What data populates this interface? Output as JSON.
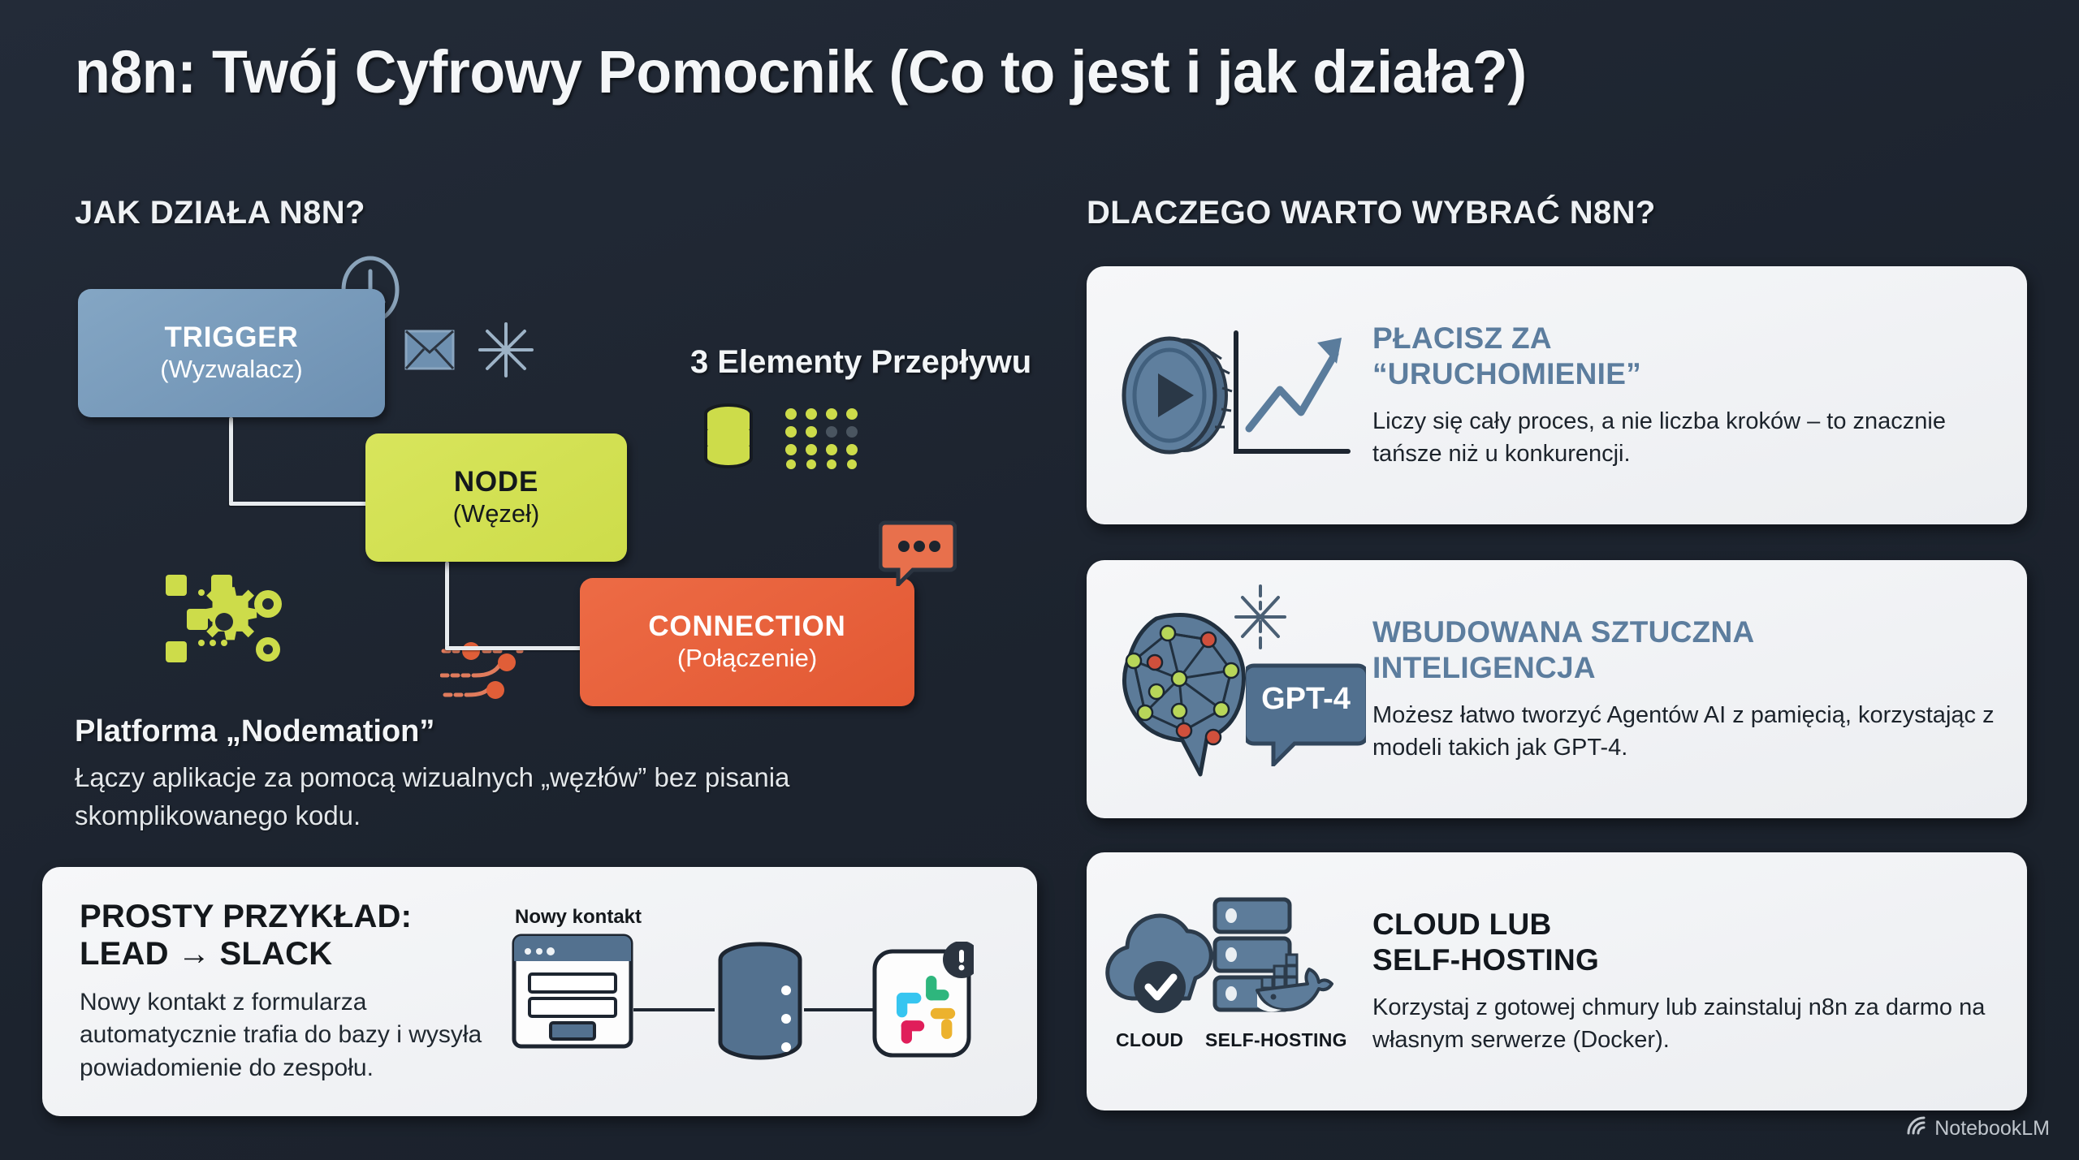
{
  "title": "n8n: Twój Cyfrowy Pomocnik (Co to jest i jak działa?)",
  "sections": {
    "left_heading": "JAK DZIAŁA N8N?",
    "right_heading": "DLACZEGO WARTO WYBRAĆ N8N?"
  },
  "flow": {
    "label": "3 Elementy Przepływu",
    "nodes": [
      {
        "title": "TRIGGER",
        "subtitle": "(Wyzwalacz)",
        "color": "#6d90b2"
      },
      {
        "title": "NODE",
        "subtitle": "(Węzeł)",
        "color": "#cddc4a"
      },
      {
        "title": "CONNECTION",
        "subtitle": "(Połączenie)",
        "color": "#e25833"
      }
    ]
  },
  "platform": {
    "heading": "Platforma „Nodemation”",
    "text": "Łączy aplikacje za pomocą wizualnych „węzłów” bez pisania skomplikowanego kodu."
  },
  "example_card": {
    "heading": "PROSTY PRZYKŁAD:\nLEAD → SLACK",
    "text": "Nowy kontakt z formularza automatycznie trafia do bazy i wysyła powiadomienie do zespołu.",
    "graphic_caption": "Nowy kontakt"
  },
  "benefit_cards": [
    {
      "heading": "PŁACISZ ZA\n“URUCHOMIENIE”",
      "text": "Liczy się cały proces, a nie liczba kroków – to znacznie tańsze niż u konkurencji.",
      "heading_color": "#5c7d9e"
    },
    {
      "heading": "WBUDOWANA SZTUCZNA\nINTELIGENCJA",
      "text": "Możesz łatwo tworzyć Agentów AI z pamięcią, korzystając z modeli takich jak GPT-4.",
      "heading_color": "#5c7d9e",
      "badge": "GPT-4"
    },
    {
      "heading": "CLOUD LUB\nSELF-HOSTING",
      "text": "Korzystaj z gotowej chmury lub zainstaluj n8n za darmo na własnym serwerze (Docker).",
      "heading_color": "#12171d",
      "icon_captions": [
        "CLOUD",
        "SELF-HOSTING"
      ]
    }
  ],
  "watermark": "NotebookLM",
  "colors": {
    "background": "#1e2531",
    "trigger": "#6d90b2",
    "node": "#cddc4a",
    "connection": "#e25833",
    "card_bg": "#f2f4f6",
    "accent_blue": "#5c7d9e"
  }
}
